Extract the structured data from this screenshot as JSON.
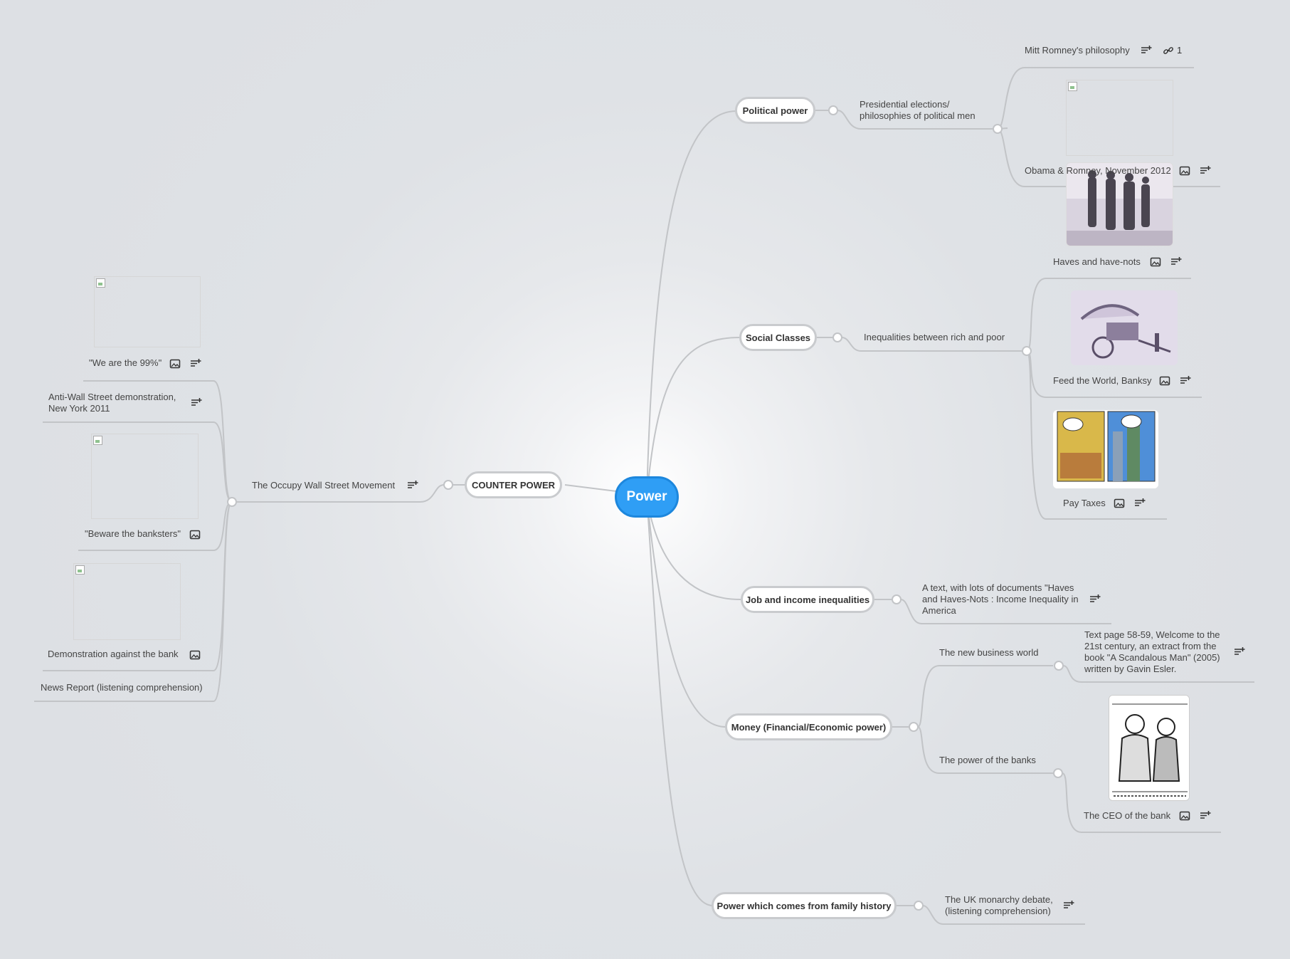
{
  "central": {
    "label": "Power"
  },
  "branches": {
    "political_power": "Political power",
    "social_classes": "Social Classes",
    "job_income": "Job and income inequalities",
    "money": "Money (Financial/Economic power)",
    "family": "Power which comes from family history",
    "counter_power": "COUNTER POWER"
  },
  "topics": {
    "presidential": "Presidential elections/ philosophies of political men",
    "romney": "Mitt Romney's philosophy",
    "romney_link_count": "1",
    "obama_romney": "Obama & Romney, November 2012",
    "haves_havenots": "Haves and have-nots",
    "inequalities": "Inequalities between rich and poor",
    "feed_world": "Feed the World, Banksy",
    "pay_taxes": "Pay Taxes",
    "job_text": "A text, with lots of documents \"Haves and Haves-Nots : Income Inequality in America",
    "new_business": "The new business world",
    "text_page": "Text page 58-59, Welcome to the 21st century, an extract from the book \"A Scandalous Man\" (2005) written by Gavin Esler.",
    "power_banks": "The power of the banks",
    "ceo_bank": "The CEO of the bank",
    "uk_monarchy": "The UK monarchy debate, (listening comprehension)",
    "occupy": "The Occupy Wall Street Movement",
    "we_are_99": "\"We are the 99%\"",
    "anti_wall": "Anti-Wall Street demonstration, New York 2011",
    "banksters": "\"Beware the banksters\"",
    "demo_bank": "Demonstration against the bank",
    "news_report": "News Report (listening comprehension)"
  },
  "icons": {
    "note": "note-add-icon",
    "image": "image-icon",
    "link": "link-icon"
  },
  "colors": {
    "central_fill": "#2f9ef5",
    "edge": "#c2c4c7",
    "pill_border": "#c9cbce"
  }
}
